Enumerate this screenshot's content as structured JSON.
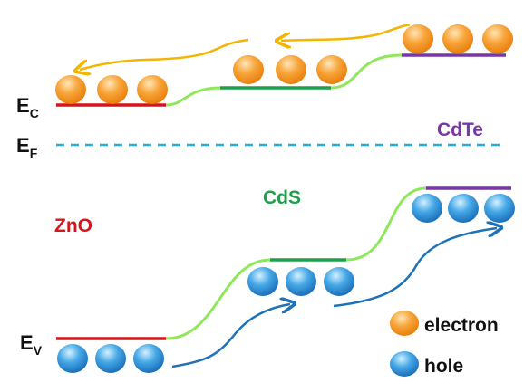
{
  "levels": {
    "ec": {
      "main": "E",
      "sub": "C"
    },
    "ef": {
      "main": "E",
      "sub": "F"
    },
    "ev": {
      "main": "E",
      "sub": "V"
    }
  },
  "materials": {
    "zno": {
      "label": "ZnO",
      "color": "#d4161c"
    },
    "cds": {
      "label": "CdS",
      "color": "#1ea04a"
    },
    "cdte": {
      "label": "CdTe",
      "color": "#7a35a6"
    }
  },
  "legend": {
    "electron": "electron",
    "hole": "hole"
  },
  "colors": {
    "connector": "#8ee85a",
    "fermi": "#2aa9d9",
    "electron_arrow": "#f4b400",
    "hole_arrow": "#1f72b8"
  }
}
